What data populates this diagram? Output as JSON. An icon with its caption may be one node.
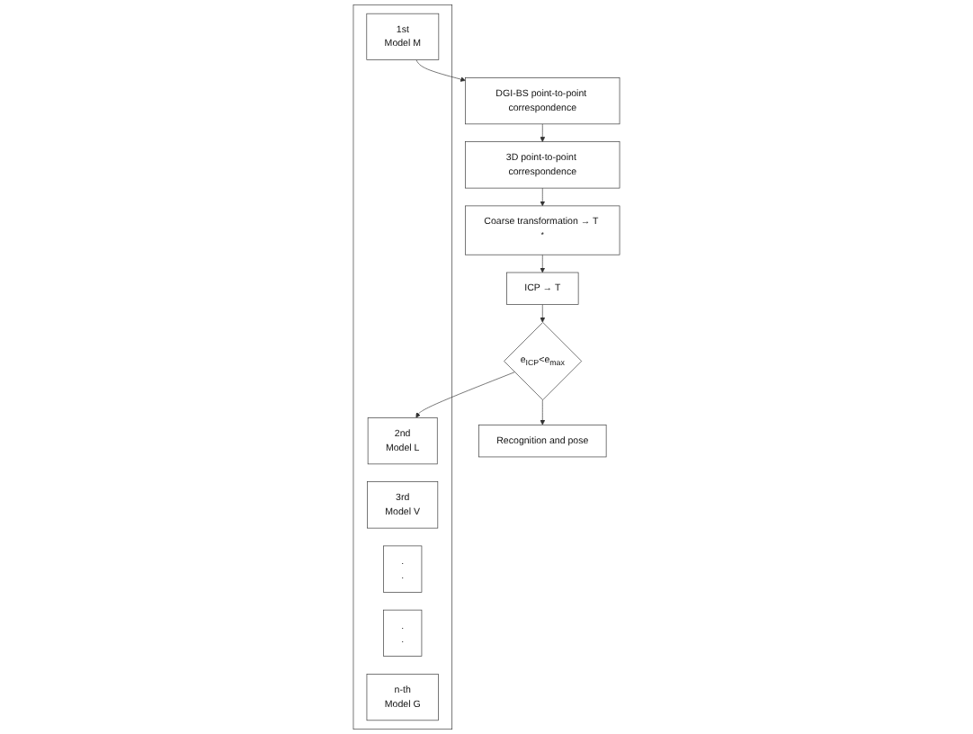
{
  "diagram": {
    "nodes": [
      {
        "text": [],
        "shape": "box"
      },
      {
        "text": [
          "1st",
          "Model M"
        ],
        "in": 0
      },
      {
        "text": [
          "2nd",
          "Model L"
        ],
        "in": 0
      },
      {
        "text": [
          "3rd",
          "Model V"
        ],
        "in": 0
      },
      {
        "text": [
          ".",
          "."
        ],
        "in": 0
      },
      {
        "text": [
          ".",
          "."
        ],
        "in": 0
      },
      {
        "text": [
          "n-th",
          "Model G"
        ],
        "in": 0
      },
      {
        "text": [
          "DGI-BS point-to-point correspondence"
        ]
      },
      {
        "text": [
          "3D point-to-point correspondence"
        ]
      },
      {
        "text": [
          "Coarse transformation → T $^{*}$"
        ]
      },
      {
        "text": [
          "ICP → T"
        ]
      },
      {
        "text": [
          "e$_{ICP}$<e$_{max}$"
        ]
      },
      {
        "text": [
          "Recognition and pose"
        ]
      }
    ],
    "edges": [
      {
        "from": 1,
        "to": 7,
        "arrow": "to"
      },
      {
        "from": 7,
        "to": 8,
        "arrow": "to"
      },
      {
        "from": 8,
        "to": 9,
        "arrow": "to"
      },
      {
        "from": 9,
        "to": 10,
        "arrow": "to"
      },
      {
        "from": 10,
        "to": 11,
        "arrow": "to"
      },
      {
        "from": 11,
        "to": 12,
        "arrow": "to"
      },
      {
        "from": 11,
        "to": 2,
        "arrow": "to"
      }
    ]
  }
}
